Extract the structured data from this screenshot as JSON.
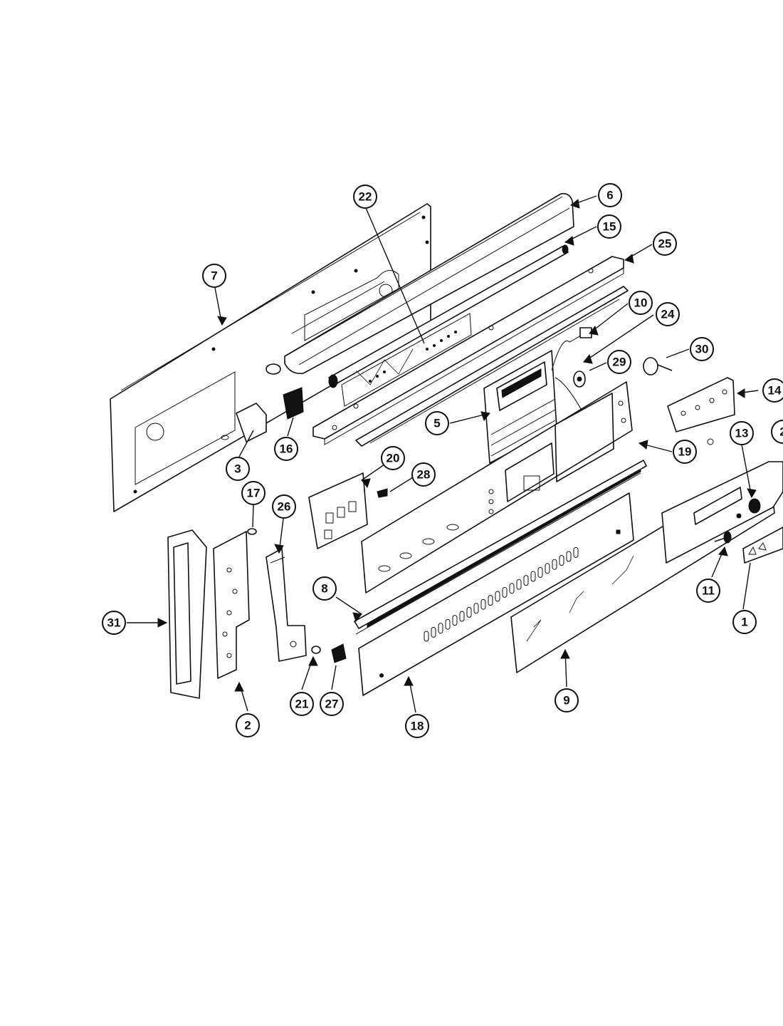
{
  "callouts": [
    {
      "id": "c1",
      "label": "1"
    },
    {
      "id": "c2",
      "label": "2"
    },
    {
      "id": "c3",
      "label": "3"
    },
    {
      "id": "c5",
      "label": "5"
    },
    {
      "id": "c6",
      "label": "6"
    },
    {
      "id": "c7",
      "label": "7"
    },
    {
      "id": "c8",
      "label": "8"
    },
    {
      "id": "c9",
      "label": "9"
    },
    {
      "id": "c10",
      "label": "10"
    },
    {
      "id": "c11",
      "label": "11"
    },
    {
      "id": "c13",
      "label": "13"
    },
    {
      "id": "c14",
      "label": "14"
    },
    {
      "id": "c15",
      "label": "15"
    },
    {
      "id": "c16",
      "label": "16"
    },
    {
      "id": "c17",
      "label": "17"
    },
    {
      "id": "c18",
      "label": "18"
    },
    {
      "id": "c19",
      "label": "19"
    },
    {
      "id": "c20",
      "label": "20"
    },
    {
      "id": "c21",
      "label": "21"
    },
    {
      "id": "c22",
      "label": "22"
    },
    {
      "id": "c24",
      "label": "24"
    },
    {
      "id": "c25",
      "label": "25"
    },
    {
      "id": "c26",
      "label": "26"
    },
    {
      "id": "c27",
      "label": "27"
    },
    {
      "id": "c28",
      "label": "28"
    },
    {
      "id": "c29",
      "label": "29"
    },
    {
      "id": "c30",
      "label": "30"
    },
    {
      "id": "c31",
      "label": "31"
    },
    {
      "id": "c2b",
      "label": "2"
    }
  ]
}
